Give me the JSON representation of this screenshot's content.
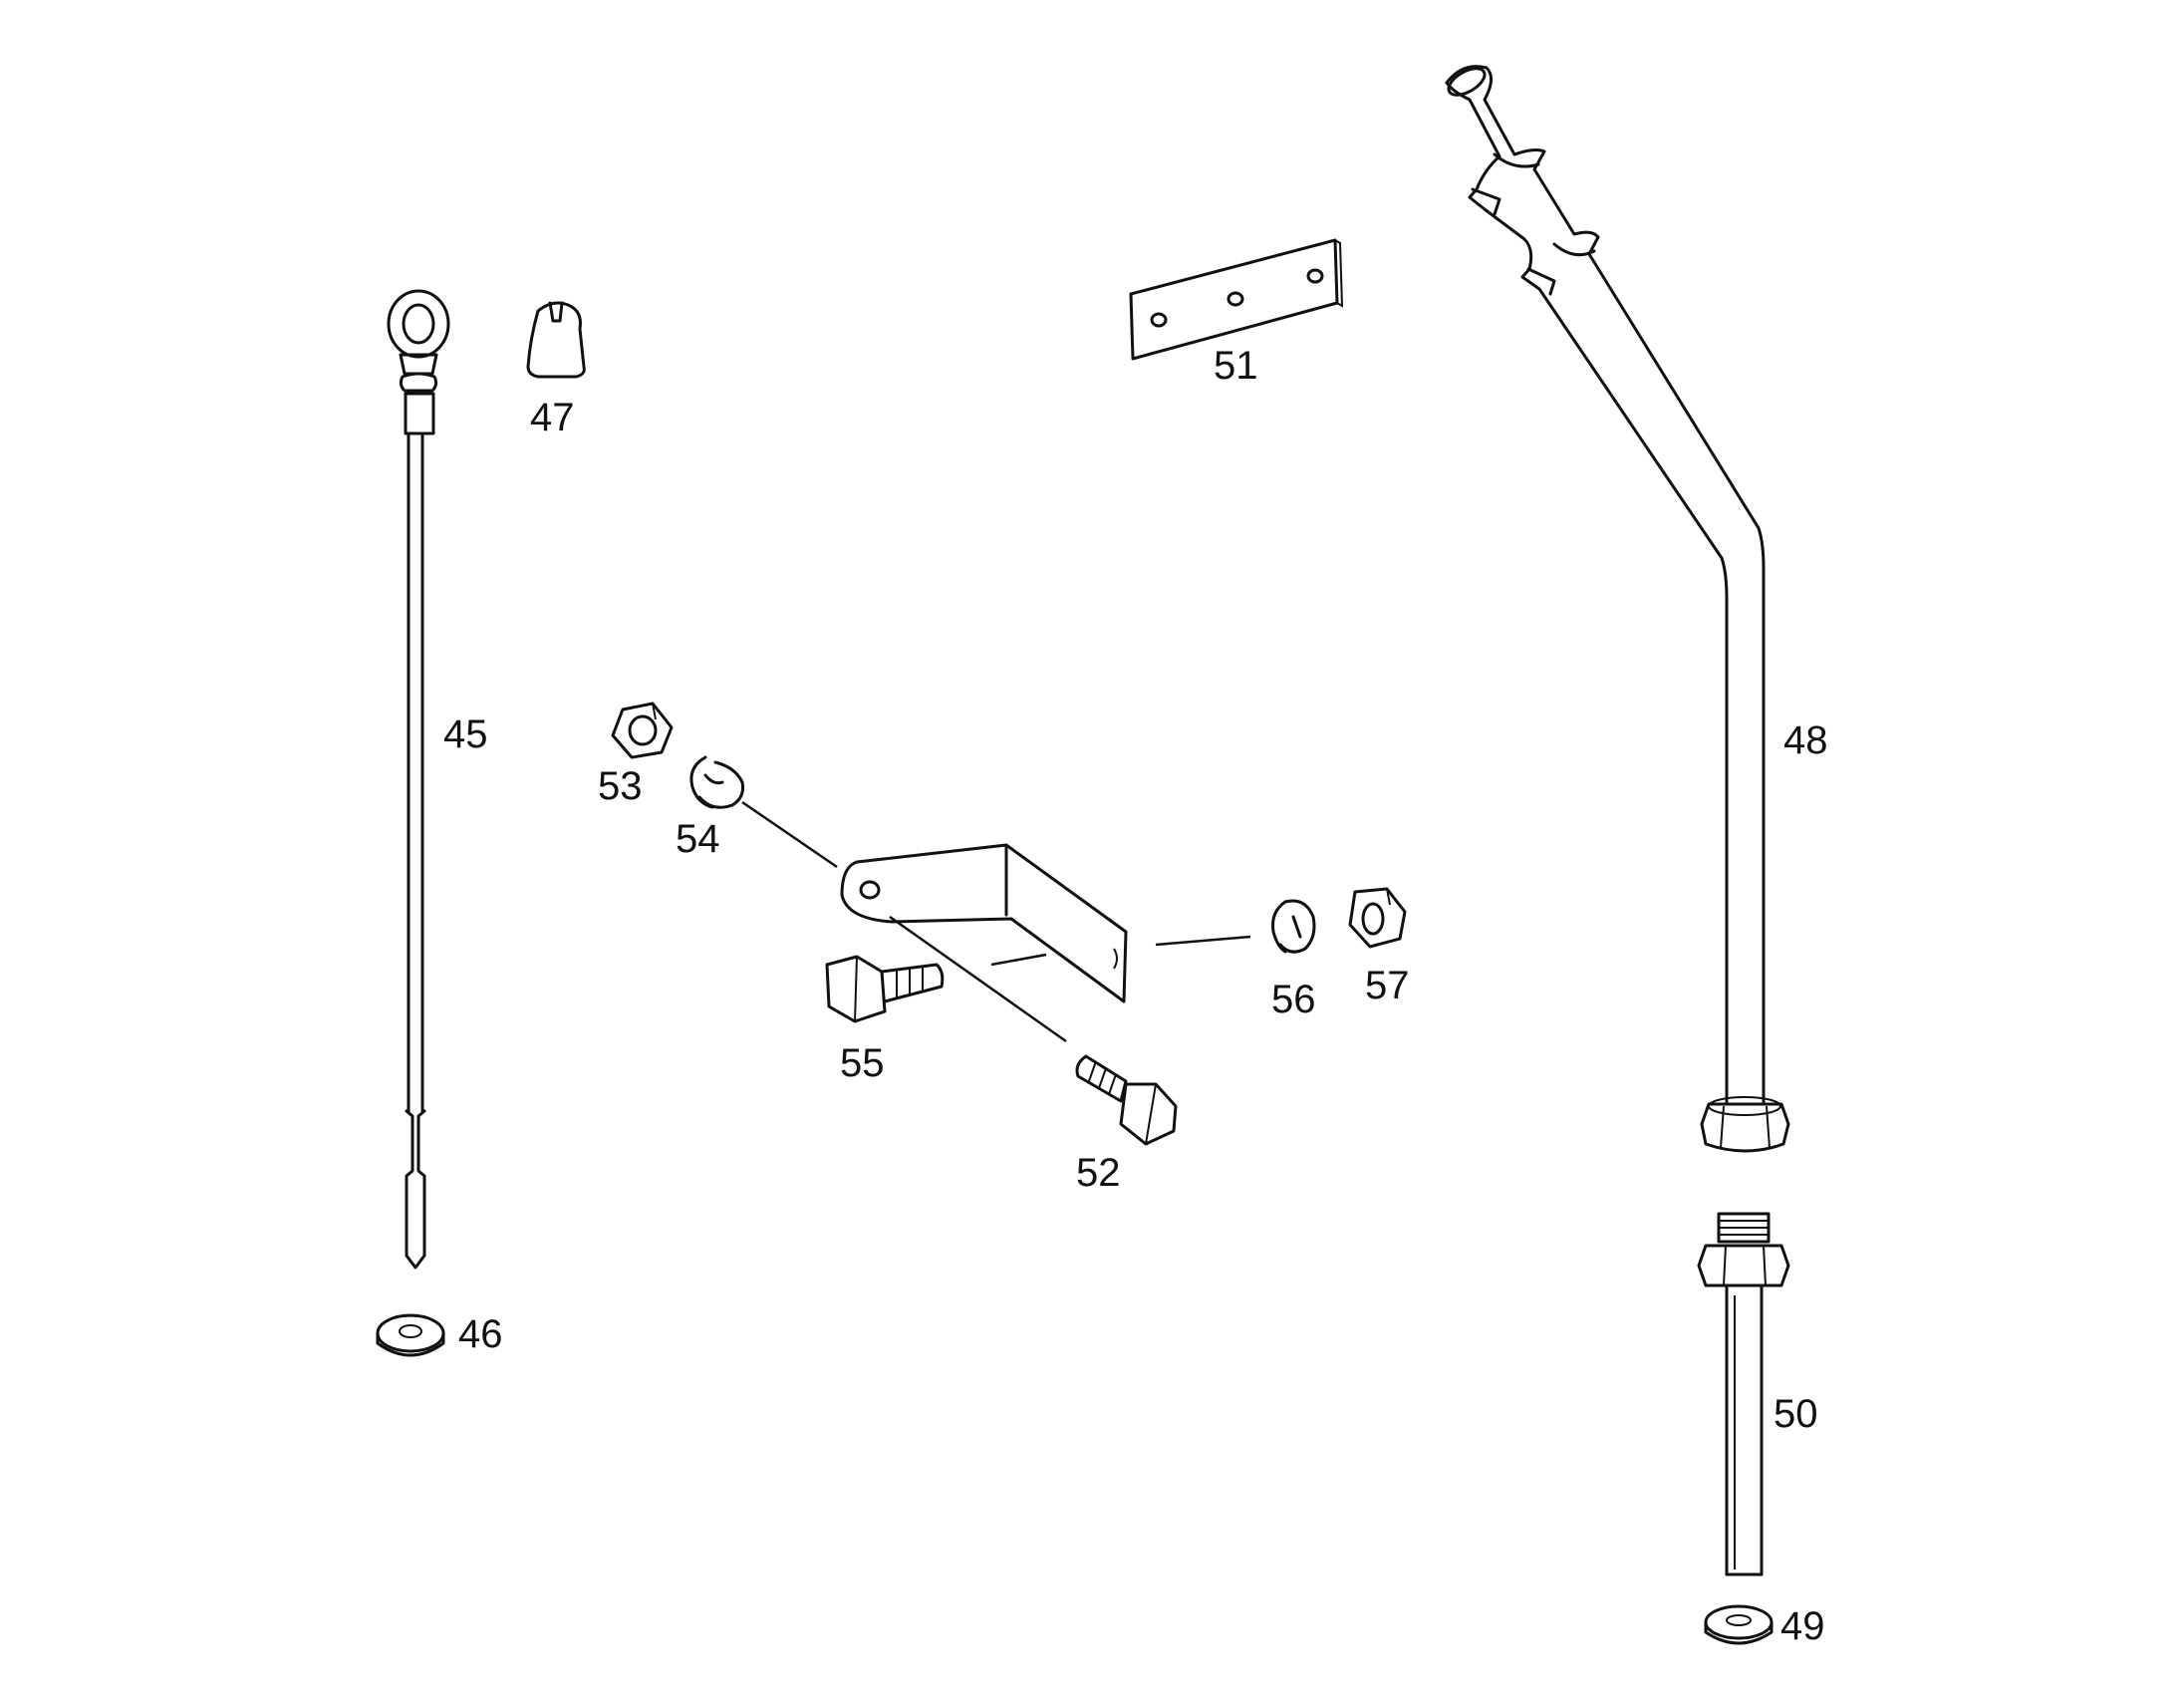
{
  "diagram": {
    "background": "#ffffff",
    "ink": "#111111",
    "labels": {
      "p45": "45",
      "p46": "46",
      "p47": "47",
      "p48": "48",
      "p49": "49",
      "p50": "50",
      "p51": "51",
      "p52": "52",
      "p53": "53",
      "p54": "54",
      "p55": "55",
      "p56": "56",
      "p57": "57"
    }
  }
}
